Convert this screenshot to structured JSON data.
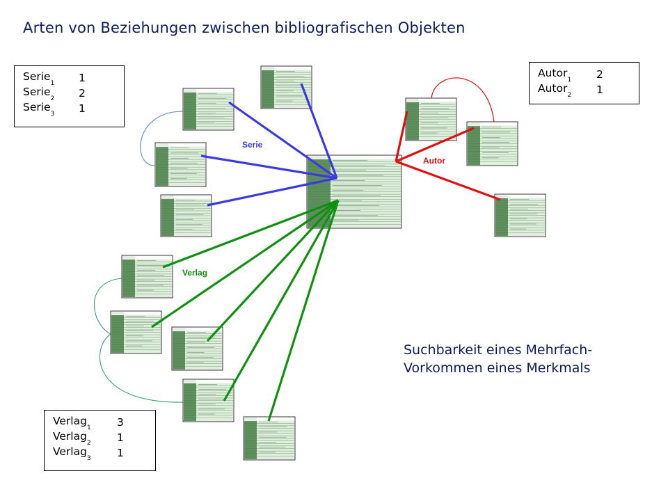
{
  "title": "Arten von Beziehungen zwischen bibliografischen Objekten",
  "note": {
    "line1": "Suchbarkeit eines Mehrfach-",
    "line2": "Vorkommen eines Merkmals"
  },
  "labels": {
    "serie": "Serie",
    "autor": "Autor",
    "verlag": "Verlag"
  },
  "legend_serie": [
    {
      "name": "Serie",
      "sub": "1",
      "count": "1"
    },
    {
      "name": "Serie",
      "sub": "2",
      "count": "2"
    },
    {
      "name": "Serie",
      "sub": "3",
      "count": "1"
    }
  ],
  "legend_autor": [
    {
      "name": "Autor",
      "sub": "1",
      "count": "2"
    },
    {
      "name": "Autor",
      "sub": "2",
      "count": "1"
    }
  ],
  "legend_verlag": [
    {
      "name": "Verlag",
      "sub": "1",
      "count": "3"
    },
    {
      "name": "Verlag",
      "sub": "2",
      "count": "1"
    },
    {
      "name": "Verlag",
      "sub": "3",
      "count": "1"
    }
  ],
  "colors": {
    "serie": "#3a3ae0",
    "autor": "#e01010",
    "verlag": "#109010",
    "serie_link": "#6e8fc0",
    "autor_link": "#e02020",
    "verlag_link": "#3aa060",
    "title": "#0d1b5c",
    "record_fill": "#dfeedd",
    "record_line": "#3f7f3f"
  }
}
